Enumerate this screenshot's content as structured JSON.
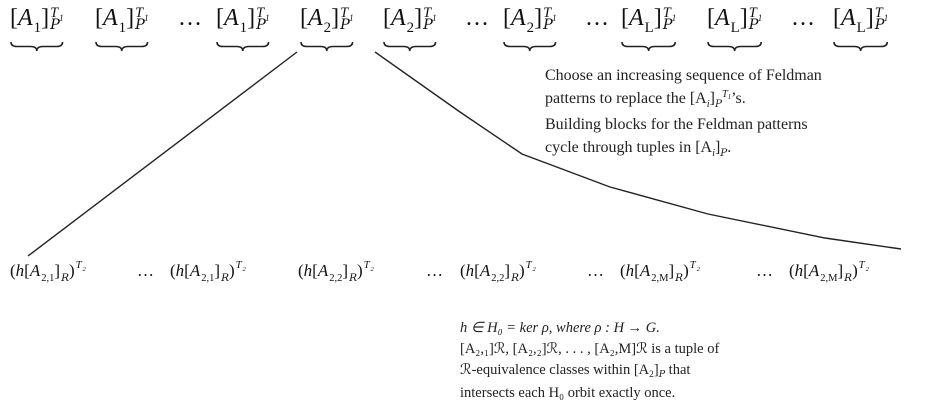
{
  "sequence_top": {
    "terms": [
      {
        "label": "[A1]P^T1",
        "base": "A",
        "index": "1",
        "class": "P",
        "power": "T"
      },
      {
        "label": "[A1]P^T1",
        "base": "A",
        "index": "1",
        "class": "P",
        "power": "T"
      },
      {
        "label": "…",
        "dots": "…"
      },
      {
        "label": "[A1]P^T1",
        "base": "A",
        "index": "1",
        "class": "P",
        "power": "T"
      },
      {
        "label": "[A2]P^T1",
        "base": "A",
        "index": "2",
        "class": "P",
        "power": "T"
      },
      {
        "label": "[A2]P^T1",
        "base": "A",
        "index": "2",
        "class": "P",
        "power": "T"
      },
      {
        "label": "…",
        "dots": "…"
      },
      {
        "label": "[A2]P^T1",
        "base": "A",
        "index": "2",
        "class": "P",
        "power": "T"
      },
      {
        "label": "…",
        "dots": "…"
      },
      {
        "label": "[AL]P^T1",
        "base": "A",
        "index": "L",
        "class": "P",
        "power": "T"
      },
      {
        "label": "[AL]P^T1",
        "base": "A",
        "index": "L",
        "class": "P",
        "power": "T"
      },
      {
        "label": "…",
        "dots": "…"
      },
      {
        "label": "[AL]P^T1",
        "base": "A",
        "index": "L",
        "class": "P",
        "power": "T"
      }
    ],
    "power_sub": "1"
  },
  "top_note": {
    "line1": "Choose an increasing sequence of Feldman",
    "line2_pre": "patterns to replace the",
    "line2_base": "[A",
    "line2_index": "i",
    "line2_class": "P",
    "line2_power": "T",
    "line2_power_sub": "1",
    "line2_post": "’s.",
    "line3": "Building blocks for the Feldman patterns",
    "line4_pre": "cycle through tuples in",
    "line4_base": "[A",
    "line4_index": "i",
    "line4_class": "P",
    "line4_post": "."
  },
  "sequence_bottom": {
    "terms": [
      {
        "label": "(h[A2,1]R)^T2",
        "h": "h",
        "base": "A",
        "index": "2,1",
        "class": "R",
        "power": "T"
      },
      {
        "label": "…",
        "dots": "…"
      },
      {
        "label": "(h[A2,1]R)^T2",
        "h": "h",
        "base": "A",
        "index": "2,1",
        "class": "R",
        "power": "T"
      },
      {
        "label": "(h[A2,2]R)^T2",
        "h": "h",
        "base": "A",
        "index": "2,2",
        "class": "R",
        "power": "T"
      },
      {
        "label": "…",
        "dots": "…"
      },
      {
        "label": "(h[A2,2]R)^T2",
        "h": "h",
        "base": "A",
        "index": "2,2",
        "class": "R",
        "power": "T"
      },
      {
        "label": "…",
        "dots": "…"
      },
      {
        "label": "(h[A2,M]R)^T2",
        "h": "h",
        "base": "A",
        "index": "2,M",
        "class": "R",
        "power": "T"
      },
      {
        "label": "…",
        "dots": "…"
      },
      {
        "label": "(h[A2,M]R)^T2",
        "h": "h",
        "base": "A",
        "index": "2,M",
        "class": "R",
        "power": "T"
      }
    ],
    "power_sub": "2"
  },
  "bottom_note": {
    "line1": "h ∈ H₀ = ker ρ, where ρ : H → G.",
    "line2": "[A₂,₁]ℛ, [A₂,₂]ℛ, . . . , [A₂,M]ℛ is a tuple of",
    "line3_pre": "ℛ-equivalence classes within",
    "line3_base": "[A",
    "line3_index": "2",
    "line3_class": "P",
    "line3_post": "that",
    "line4": "intersects each H₀ orbit exactly once."
  },
  "colors": {
    "ink": "#111111",
    "note_ink": "#222222",
    "stroke": "#222222"
  }
}
